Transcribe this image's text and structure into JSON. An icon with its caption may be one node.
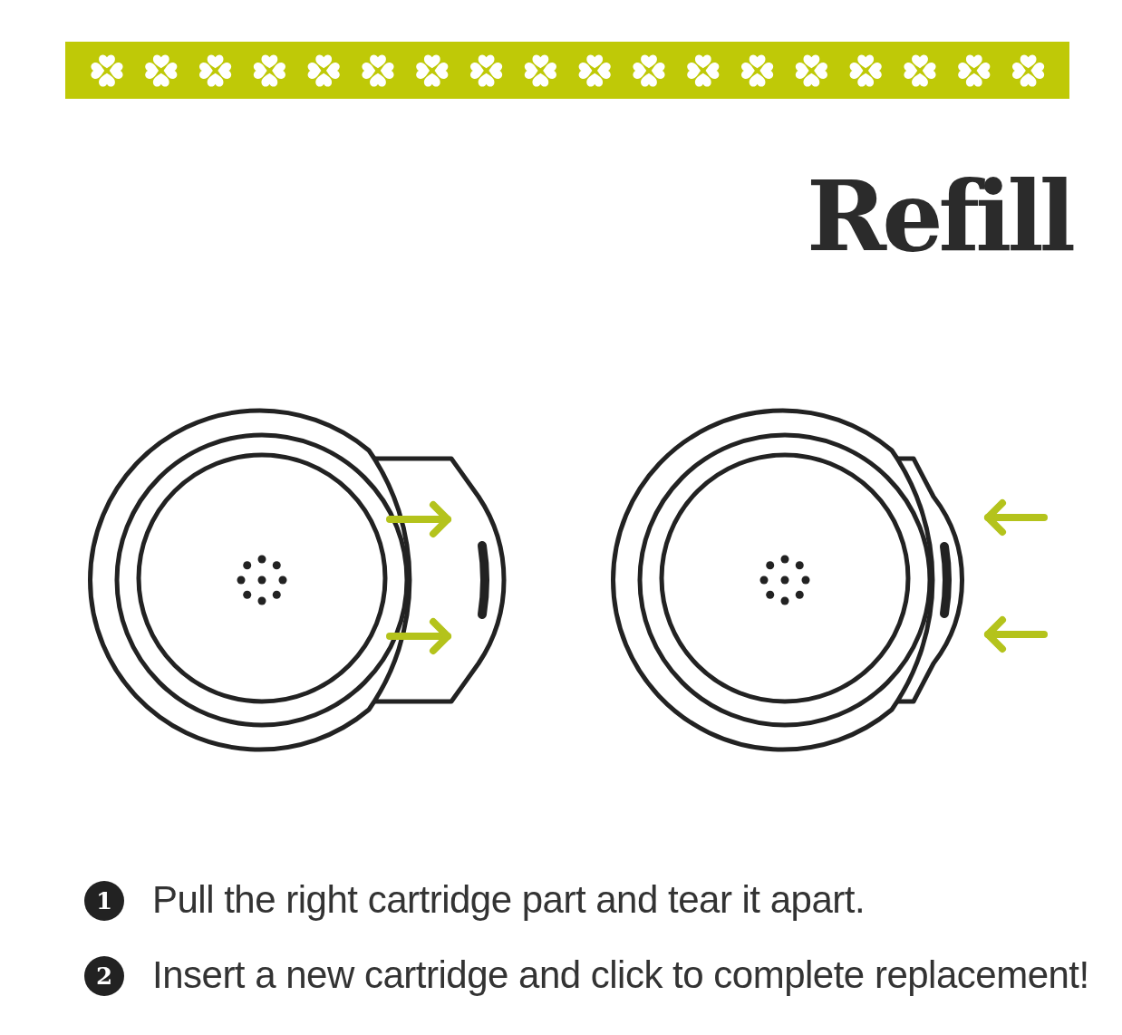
{
  "diagram": {
    "title": "Refill",
    "labels": [
      "1",
      "Pull the right cartridge part and tear it apart.",
      "2",
      "Insert a new cartridge and click to complete replacement!"
    ]
  }
}
